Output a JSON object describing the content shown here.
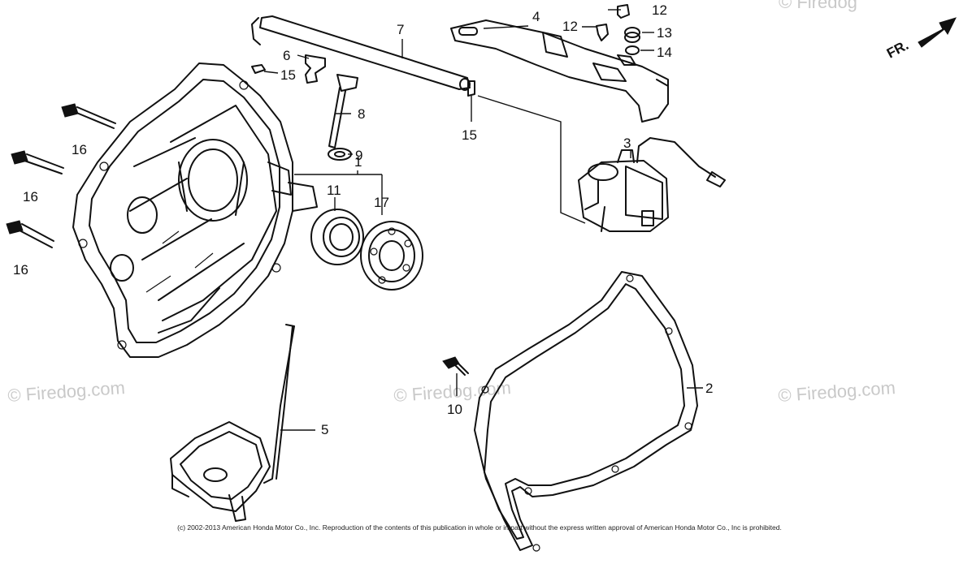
{
  "watermark": "© Firedog.com",
  "watermark_top_right": "© Firedog",
  "orientation_label": "FR.",
  "copyright": "(c) 2002-2013 American Honda Motor Co., Inc. Reproduction of the contents of this publication in whole or in part without the express written approval of American Honda Motor Co., Inc is prohibited.",
  "callouts": {
    "c1": "1",
    "c2": "2",
    "c3": "3",
    "c4": "4",
    "c5": "5",
    "c6": "6",
    "c7": "7",
    "c8": "8",
    "c9": "9",
    "c10": "10",
    "c11": "11",
    "c12a": "12",
    "c12b": "12",
    "c13": "13",
    "c14": "14",
    "c15a": "15",
    "c15b": "15",
    "c16a": "16",
    "c16b": "16",
    "c16c": "16",
    "c17": "17"
  }
}
